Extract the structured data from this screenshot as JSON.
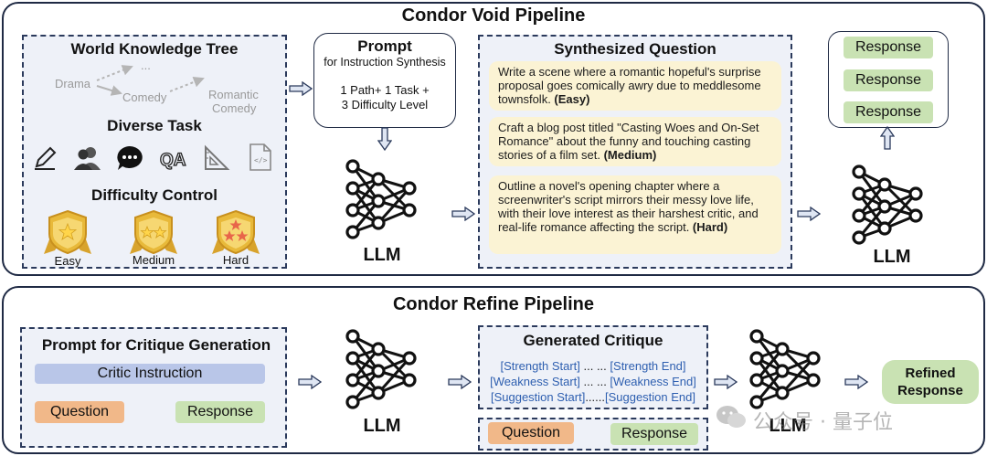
{
  "void": {
    "title": "Condor Void Pipeline",
    "knowledge": {
      "heading": "World Knowledge Tree",
      "nodes": [
        "Drama",
        "Comedy",
        "Romantic",
        "Comedy",
        "..."
      ]
    },
    "task": {
      "heading": "Diverse Task",
      "icons": [
        "pencil-icon",
        "users-icon",
        "chat-bubble-icon",
        "qa-icon",
        "ruler-triangle-icon",
        "code-file-icon"
      ]
    },
    "difficulty": {
      "heading": "Difficulty Control",
      "levels": [
        "Easy",
        "Medium",
        "Hard"
      ]
    },
    "prompt": {
      "heading": "Prompt",
      "subheading": "for Instruction Synthesis",
      "line1": "1 Path+ 1 Task +",
      "line2": "3 Difficulty Level"
    },
    "llm_label": "LLM",
    "synth": {
      "heading": "Synthesized Question",
      "questions": [
        {
          "text": "Write a scene where a romantic hopeful's surprise proposal goes comically awry due to meddlesome townsfolk.",
          "level": "(Easy)"
        },
        {
          "text": "Craft a blog post titled \"Casting Woes and On-Set Romance\" about the funny and touching casting stories of a film set.",
          "level": "(Medium)"
        },
        {
          "text": "Outline a novel's opening chapter where a screenwriter's script mirrors their messy love life, with their love interest as their harshest critic, and real-life romance affecting the script.",
          "level": "(Hard)"
        }
      ]
    },
    "responses": [
      "Response",
      "Response",
      "Response"
    ],
    "llm2_label": "LLM"
  },
  "refine": {
    "title": "Condor Refine Pipeline",
    "prompt_box": {
      "heading": "Prompt for Critique Generation",
      "critic": "Critic Instruction",
      "question": "Question",
      "response": "Response"
    },
    "llm_label": "LLM",
    "critique": {
      "heading": "Generated Critique",
      "rows": [
        {
          "start": "[Strength Start]",
          "dots": " ... ... ",
          "end": "[Strength End]"
        },
        {
          "start": "[Weakness Start]",
          "dots": " ... ... ",
          "end": "[Weakness End]"
        },
        {
          "start": "[Suggestion Start]",
          "dots": "......",
          "end": "[Suggestion End]"
        }
      ],
      "question": "Question",
      "response": "Response"
    },
    "llm2_label": "LLM",
    "refined": {
      "line1": "Refined",
      "line2": "Response"
    },
    "watermark": "公众号 · 量子位"
  },
  "colors": {
    "border": "#1f2a44",
    "panel_fill": "#eef1f8",
    "question_card": "#fbf3d4",
    "green": "#c9e2b3",
    "orange": "#f1b889",
    "blue": "#b9c6e8",
    "gold": "#e8b93a"
  }
}
